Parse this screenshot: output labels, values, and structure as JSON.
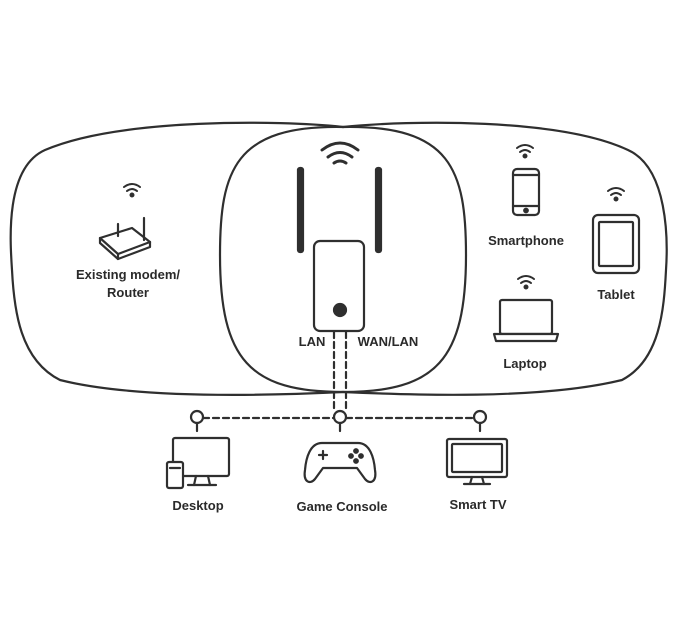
{
  "labels": {
    "modem_line1": "Existing modem/",
    "modem_line2": "Router",
    "lan": "LAN",
    "wan_lan": "WAN/LAN",
    "smartphone": "Smartphone",
    "tablet": "Tablet",
    "laptop": "Laptop",
    "desktop": "Desktop",
    "game_console": "Game Console",
    "smart_tv": "Smart TV"
  },
  "colors": {
    "stroke": "#2f2f2f",
    "fill": "#ffffff"
  }
}
